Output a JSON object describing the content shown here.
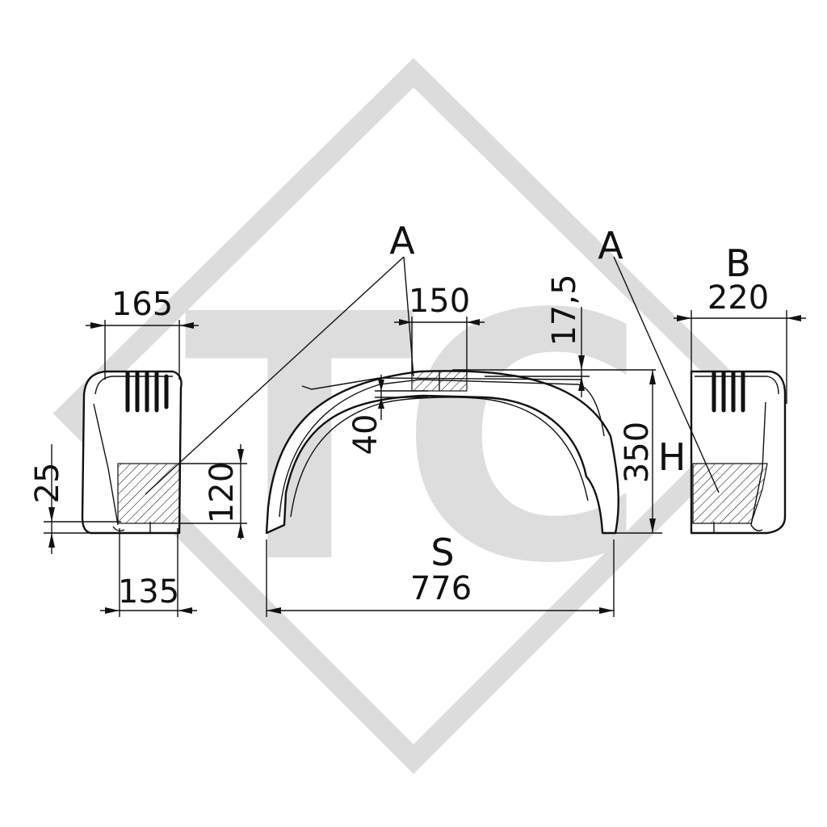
{
  "labels": {
    "callout_a_center": "A",
    "callout_a_right": "A",
    "callout_b": "B",
    "letter_h": "H",
    "letter_s": "S"
  },
  "dimensions": {
    "left_width_top": "165",
    "left_width_bottom": "135",
    "left_height_small": "25",
    "left_reflector_height": "120",
    "center_top_width": "150",
    "center_top_offset": "17,5",
    "center_thickness": "40",
    "center_height": "350",
    "center_span": "776",
    "right_width": "220"
  },
  "watermark": {
    "text": "TC",
    "color": "#d9d9d9"
  }
}
